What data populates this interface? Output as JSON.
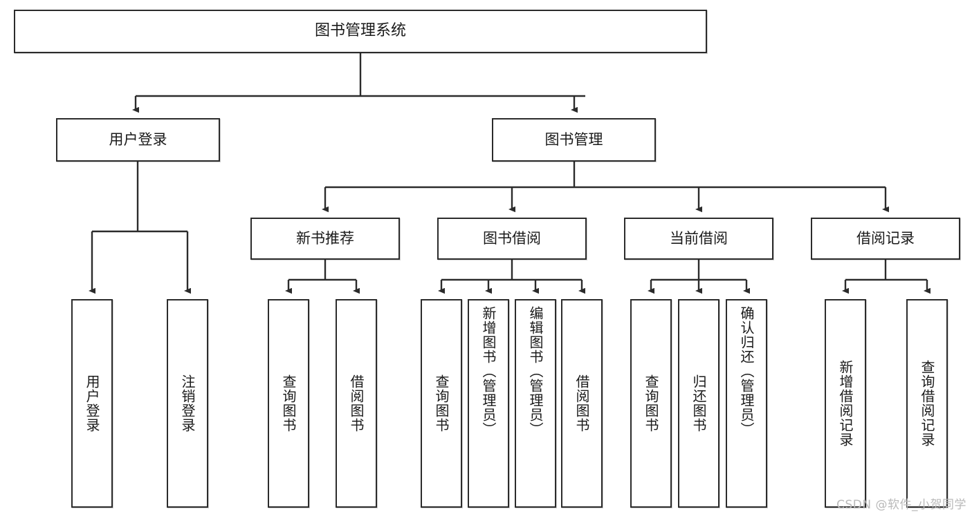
{
  "diagram": {
    "title": "图书管理系统",
    "type": "tree-hierarchy",
    "watermark": "CSDN @软件_小贺同学",
    "colors": {
      "box_border": "#2b2b2b",
      "box_fill": "#ffffff",
      "edge": "#2b2b2b",
      "text": "#1a1a1a",
      "watermark": "#b9b9b9"
    },
    "root": {
      "id": "root",
      "label": "图书管理系统"
    },
    "level2": [
      {
        "id": "user-login",
        "label": "用户登录"
      },
      {
        "id": "book-management",
        "label": "图书管理"
      }
    ],
    "level3": [
      {
        "id": "new-book-recommend",
        "label": "新书推荐",
        "parent": "book-management"
      },
      {
        "id": "book-borrow",
        "label": "图书借阅",
        "parent": "book-management"
      },
      {
        "id": "current-borrow",
        "label": "当前借阅",
        "parent": "book-management"
      },
      {
        "id": "borrow-record",
        "label": "借阅记录",
        "parent": "book-management"
      }
    ],
    "leaves": [
      {
        "id": "leaf-user-login",
        "label": "用户登录",
        "parent": "user-login"
      },
      {
        "id": "leaf-logout",
        "label": "注销登录",
        "parent": "user-login"
      },
      {
        "id": "leaf-query-book-1",
        "label": "查询图书",
        "parent": "new-book-recommend"
      },
      {
        "id": "leaf-borrow-book-1",
        "label": "借阅图书",
        "parent": "new-book-recommend"
      },
      {
        "id": "leaf-query-book-2",
        "label": "查询图书",
        "parent": "book-borrow"
      },
      {
        "id": "leaf-add-book",
        "label": "新增图书（管理员）",
        "parent": "book-borrow"
      },
      {
        "id": "leaf-edit-book",
        "label": "编辑图书（管理员）",
        "parent": "book-borrow"
      },
      {
        "id": "leaf-borrow-book-2",
        "label": "借阅图书",
        "parent": "book-borrow"
      },
      {
        "id": "leaf-query-book-3",
        "label": "查询图书",
        "parent": "current-borrow"
      },
      {
        "id": "leaf-return-book",
        "label": "归还图书",
        "parent": "current-borrow"
      },
      {
        "id": "leaf-confirm-return",
        "label": "确认归还（管理员）",
        "parent": "current-borrow"
      },
      {
        "id": "leaf-add-record",
        "label": "新增借阅记录",
        "parent": "borrow-record"
      },
      {
        "id": "leaf-query-record",
        "label": "查询借阅记录",
        "parent": "borrow-record"
      }
    ]
  }
}
